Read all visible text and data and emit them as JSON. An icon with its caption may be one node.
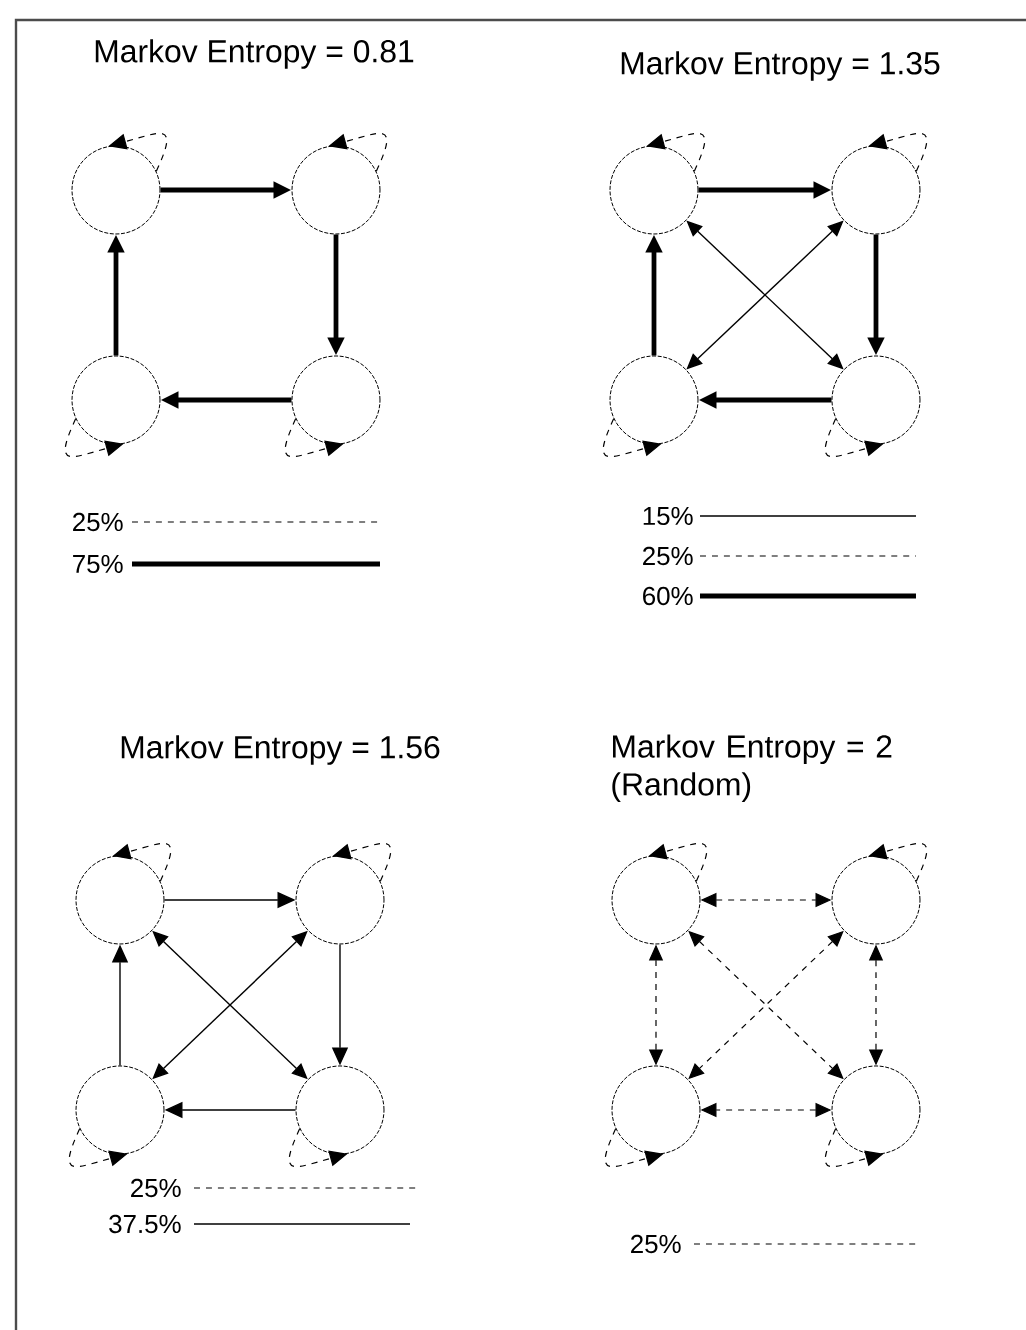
{
  "diagram": {
    "nodes": [
      {
        "text": [],
        "shape": "circle"
      },
      {
        "text": [],
        "shape": "circle"
      },
      {
        "text": [],
        "shape": "circle"
      },
      {
        "text": [],
        "shape": "circle"
      },
      {
        "text": [],
        "shape": "circle"
      },
      {
        "text": [],
        "shape": "circle"
      },
      {
        "text": [],
        "shape": "circle"
      },
      {
        "text": [],
        "shape": "circle"
      },
      {
        "text": [],
        "shape": "circle"
      },
      {
        "text": [],
        "shape": "circle"
      },
      {
        "text": [],
        "shape": "circle"
      },
      {
        "text": [],
        "shape": "circle"
      },
      {
        "text": [],
        "shape": "circle"
      },
      {
        "text": [],
        "shape": "circle"
      },
      {
        "text": [],
        "shape": "circle"
      },
      {
        "text": [],
        "shape": "circle"
      }
    ],
    "edges": [
      {
        "from": 0,
        "to": 0,
        "arrow": "to",
        "style": "dashed"
      },
      {
        "from": 1,
        "to": 1,
        "arrow": "to",
        "style": "dashed"
      },
      {
        "from": 2,
        "to": 2,
        "arrow": "to",
        "style": "dashed"
      },
      {
        "from": 3,
        "to": 3,
        "arrow": "to",
        "style": "dashed"
      },
      {
        "from": 0,
        "to": 1,
        "arrow": "to",
        "style": "thick"
      },
      {
        "from": 1,
        "to": 3,
        "arrow": "to",
        "style": "thick"
      },
      {
        "from": 3,
        "to": 2,
        "arrow": "to",
        "style": "thick"
      },
      {
        "from": 2,
        "to": 0,
        "arrow": "to",
        "style": "thick"
      },
      {
        "from": 4,
        "to": 4,
        "arrow": "to",
        "style": "dashed"
      },
      {
        "from": 5,
        "to": 5,
        "arrow": "to",
        "style": "dashed"
      },
      {
        "from": 6,
        "to": 6,
        "arrow": "to",
        "style": "dashed"
      },
      {
        "from": 7,
        "to": 7,
        "arrow": "to",
        "style": "dashed"
      },
      {
        "from": 4,
        "to": 5,
        "arrow": "to",
        "style": "thick"
      },
      {
        "from": 5,
        "to": 7,
        "arrow": "to",
        "style": "thick"
      },
      {
        "from": 7,
        "to": 6,
        "arrow": "to",
        "style": "thick"
      },
      {
        "from": 6,
        "to": 4,
        "arrow": "to",
        "style": "thick"
      },
      {
        "from": 4,
        "to": 7,
        "arrow": "both"
      },
      {
        "from": 5,
        "to": 6,
        "arrow": "both"
      },
      {
        "from": 8,
        "to": 8,
        "arrow": "to",
        "style": "dashed"
      },
      {
        "from": 9,
        "to": 9,
        "arrow": "to",
        "style": "dashed"
      },
      {
        "from": 10,
        "to": 10,
        "arrow": "to",
        "style": "dashed"
      },
      {
        "from": 11,
        "to": 11,
        "arrow": "to",
        "style": "dashed"
      },
      {
        "from": 8,
        "to": 9,
        "arrow": "to"
      },
      {
        "from": 9,
        "to": 11,
        "arrow": "to"
      },
      {
        "from": 11,
        "to": 10,
        "arrow": "to"
      },
      {
        "from": 10,
        "to": 8,
        "arrow": "to"
      },
      {
        "from": 8,
        "to": 11,
        "arrow": "both"
      },
      {
        "from": 9,
        "to": 10,
        "arrow": "both"
      },
      {
        "from": 12,
        "to": 12,
        "arrow": "to",
        "style": "dashed"
      },
      {
        "from": 13,
        "to": 13,
        "arrow": "to",
        "style": "dashed"
      },
      {
        "from": 14,
        "to": 14,
        "arrow": "to",
        "style": "dashed"
      },
      {
        "from": 15,
        "to": 15,
        "arrow": "to",
        "style": "dashed"
      },
      {
        "from": 12,
        "to": 13,
        "arrow": "both",
        "style": "dashed"
      },
      {
        "from": 13,
        "to": 15,
        "arrow": "both",
        "style": "dashed"
      },
      {
        "from": 15,
        "to": 14,
        "arrow": "both",
        "style": "dashed"
      },
      {
        "from": 14,
        "to": 12,
        "arrow": "both",
        "style": "dashed"
      },
      {
        "from": 12,
        "to": 15,
        "arrow": "both",
        "style": "dashed"
      },
      {
        "from": 13,
        "to": 14,
        "arrow": "both",
        "style": "dashed"
      }
    ],
    "labels": [
      "Markov Entropy = 0.81",
      "Markov Entropy = 1.35",
      "Markov Entropy = 1.56",
      "Markov Entropy = 2 (Random)"
    ],
    "legend": [
      {
        "text": "25%"
      },
      {
        "text": "75%"
      },
      {
        "text": "15%"
      },
      {
        "text": "25%"
      },
      {
        "text": "60%"
      },
      {
        "text": "25%"
      },
      {
        "text": "37.5%"
      },
      {
        "text": "25%"
      }
    ]
  }
}
